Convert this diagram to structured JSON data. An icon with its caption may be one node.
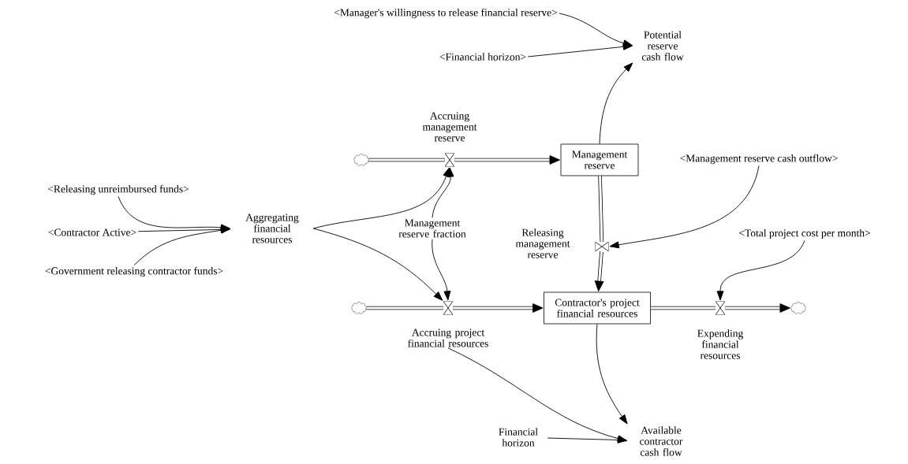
{
  "diagram": {
    "nodes": [
      {
        "text": [
          "<Manager's willingness to release financial reserve>"
        ]
      },
      {
        "text": [
          "Potential reserve cash flow"
        ]
      },
      {
        "text": [
          "<Financial horizon>"
        ]
      },
      {
        "text": [
          "Accruing management reserve"
        ]
      },
      {
        "text": [],
        "shape": "cloud"
      },
      {
        "text": [
          "Management reserve"
        ]
      },
      {
        "text": [
          "<Management reserve cash outflow>"
        ]
      },
      {
        "text": [
          "<Releasing unreimbursed funds>"
        ]
      },
      {
        "text": [
          "Aggregating financial resources"
        ]
      },
      {
        "text": [
          "<Contractor Active>"
        ]
      },
      {
        "text": [
          "Management reserve fraction"
        ]
      },
      {
        "text": [
          "Releasing management reserve"
        ]
      },
      {
        "text": [
          "<Total project cost per month>"
        ]
      },
      {
        "text": [
          "<Government releasing contractor funds>"
        ]
      },
      {
        "text": [],
        "shape": "cloud"
      },
      {
        "text": [
          "Accruing project financial resources"
        ]
      },
      {
        "text": [
          "Contractor's project financial resources"
        ]
      },
      {
        "text": [
          "Expending financial resources"
        ]
      },
      {
        "text": [],
        "shape": "cloud"
      },
      {
        "text": [
          "Financial horizon"
        ]
      },
      {
        "text": [
          "Available contractor cash flow"
        ]
      }
    ],
    "edges": [
      {
        "from": 0,
        "to": 1,
        "arrow": "to"
      },
      {
        "from": 2,
        "to": 1,
        "arrow": "to"
      },
      {
        "from": 5,
        "to": 1,
        "arrow": "to"
      },
      {
        "from": 4,
        "to": 3,
        "arrow": "none",
        "style": "thick"
      },
      {
        "from": 3,
        "to": 5,
        "arrow": "to",
        "style": "thick"
      },
      {
        "from": 8,
        "to": 3,
        "arrow": "to"
      },
      {
        "from": 10,
        "to": 3,
        "arrow": "to"
      },
      {
        "from": 7,
        "to": 8,
        "arrow": "to"
      },
      {
        "from": 9,
        "to": 8,
        "arrow": "to"
      },
      {
        "from": 13,
        "to": 8,
        "arrow": "to"
      },
      {
        "from": 8,
        "to": 15,
        "arrow": "to"
      },
      {
        "from": 10,
        "to": 15,
        "arrow": "to"
      },
      {
        "from": 14,
        "to": 15,
        "arrow": "none",
        "style": "thick"
      },
      {
        "from": 15,
        "to": 16,
        "arrow": "to",
        "style": "thick"
      },
      {
        "from": 5,
        "to": 11,
        "arrow": "none",
        "style": "thick"
      },
      {
        "from": 11,
        "to": 16,
        "arrow": "to",
        "style": "thick"
      },
      {
        "from": 6,
        "to": 11,
        "arrow": "to"
      },
      {
        "from": 16,
        "to": 17,
        "arrow": "none",
        "style": "thick"
      },
      {
        "from": 17,
        "to": 18,
        "arrow": "to",
        "style": "thick"
      },
      {
        "from": 12,
        "to": 17,
        "arrow": "to"
      },
      {
        "from": 15,
        "to": 20,
        "arrow": "to"
      },
      {
        "from": 16,
        "to": 20,
        "arrow": "to"
      },
      {
        "from": 19,
        "to": 20,
        "arrow": "to"
      }
    ]
  }
}
